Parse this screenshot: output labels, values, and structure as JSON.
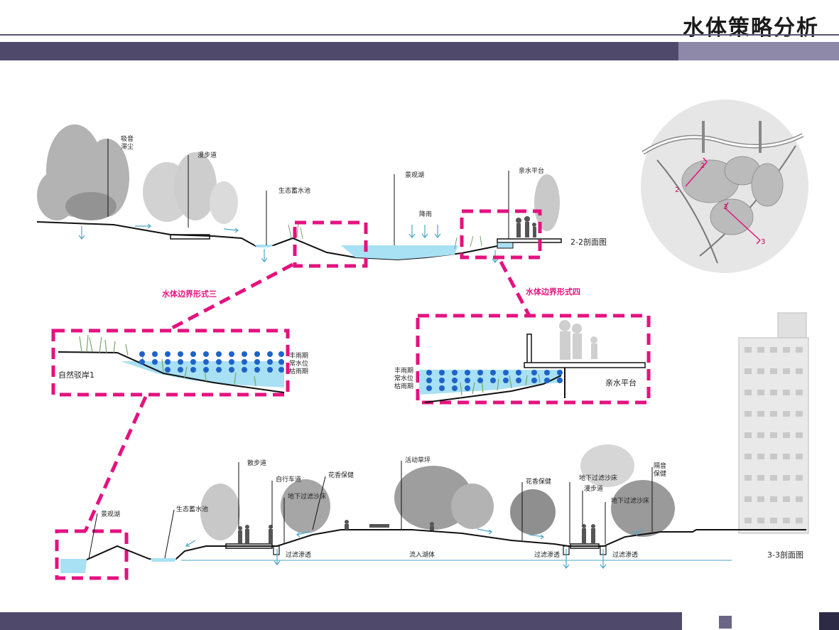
{
  "title": "水体策略分析",
  "colors": {
    "header": "#4f4a6c",
    "accent": "#e4127f",
    "water": "#a8e0f4",
    "dot": "#1e63c8"
  },
  "section22": {
    "caption": "2-2剖面图",
    "labels": {
      "absorb": "吸音\n滞尘",
      "trail1": "漫步道",
      "swale": "生态蓄水池",
      "lake": "景观湖",
      "rain": "降雨",
      "platform": "亲水平台"
    }
  },
  "boundary3": {
    "title": "水体边界形式三",
    "name": "自然驳岸1",
    "levels": [
      "丰雨期",
      "常水位",
      "枯雨期"
    ]
  },
  "boundary4": {
    "title": "水体边界形式四",
    "name": "亲水平台",
    "levels": [
      "丰雨期",
      "常水位",
      "枯雨期"
    ]
  },
  "section33": {
    "caption": "3-3剖面图",
    "labels": {
      "lake": "景观湖",
      "swale": "生态蓄水池",
      "walk": "散步道",
      "bike": "自行车道",
      "gravel1": "地下过滤沙床",
      "flower1": "花香保健",
      "lawn": "活动草坪",
      "flower2": "花香保健",
      "gravel2": "地下过滤沙床",
      "trail": "漫步道",
      "gravel3": "地下过滤沙床",
      "noise": "隔音\n保健"
    },
    "bottom": {
      "filter1": "过滤渗透",
      "inflow": "流入湖体",
      "filter2": "过滤渗透",
      "filter3": "过滤渗透"
    }
  },
  "keymap": {
    "marks": [
      "2",
      "2",
      "3",
      "3"
    ]
  }
}
